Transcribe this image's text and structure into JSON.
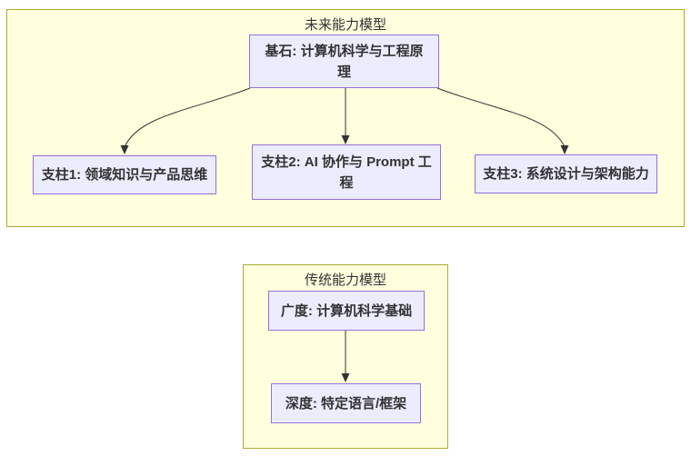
{
  "colors": {
    "canvas_bg": "#ffffff",
    "cluster_fill": "#ffffde",
    "cluster_border": "#aaaa33",
    "node_fill": "#ececff",
    "node_border": "#9370db",
    "edge": "#333333",
    "text": "#333333"
  },
  "clusters": {
    "future": {
      "title": "未来能力模型",
      "nodes": {
        "foundation": {
          "lines": [
            "基石: 计算机科学与工程原",
            "理"
          ]
        },
        "pillar1": {
          "lines": [
            "支柱1: 领域知识与产品思维"
          ]
        },
        "pillar2": {
          "lines": [
            "支柱2: AI 协作与 Prompt 工",
            "程"
          ]
        },
        "pillar3": {
          "lines": [
            "支柱3: 系统设计与架构能力"
          ]
        }
      }
    },
    "traditional": {
      "title": "传统能力模型",
      "nodes": {
        "breadth": {
          "lines": [
            "广度: 计算机科学基础"
          ]
        },
        "depth": {
          "lines": [
            "深度: 特定语言/框架"
          ]
        }
      }
    }
  },
  "edges": [
    {
      "from": "foundation",
      "to": "pillar1"
    },
    {
      "from": "foundation",
      "to": "pillar2"
    },
    {
      "from": "foundation",
      "to": "pillar3"
    },
    {
      "from": "breadth",
      "to": "depth"
    }
  ]
}
